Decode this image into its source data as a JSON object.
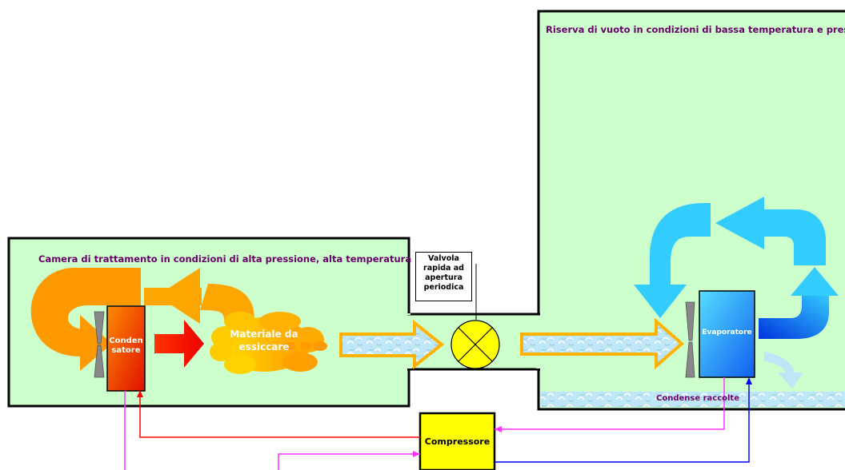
{
  "labels": {
    "reserve_title": "Riserva di vuoto in condizioni di bassa temperatura e pressione",
    "chamber_title": "Camera di trattamento in condizioni di alta pressione, alta temperatura",
    "valve_note": "Valvola rapida ad apertura periodica",
    "condenser": "Conden satore",
    "material": "Materiale da essiccare",
    "evaporator": "Evaporatore",
    "condensate": "Condense raccolte",
    "compressor": "Compressore"
  },
  "colors": {
    "chamber_fill": "#ccffcc",
    "hot_flow": "#ff9900",
    "cold_flow": "#33ccff",
    "condenser": "#ff3300",
    "evaporator": "#0099ff",
    "compressor": "#ffff00",
    "pipe_red": "#ff0000",
    "pipe_magenta": "#ff33ff",
    "pipe_blue": "#0000ff",
    "label_purple": "#6a006a"
  }
}
